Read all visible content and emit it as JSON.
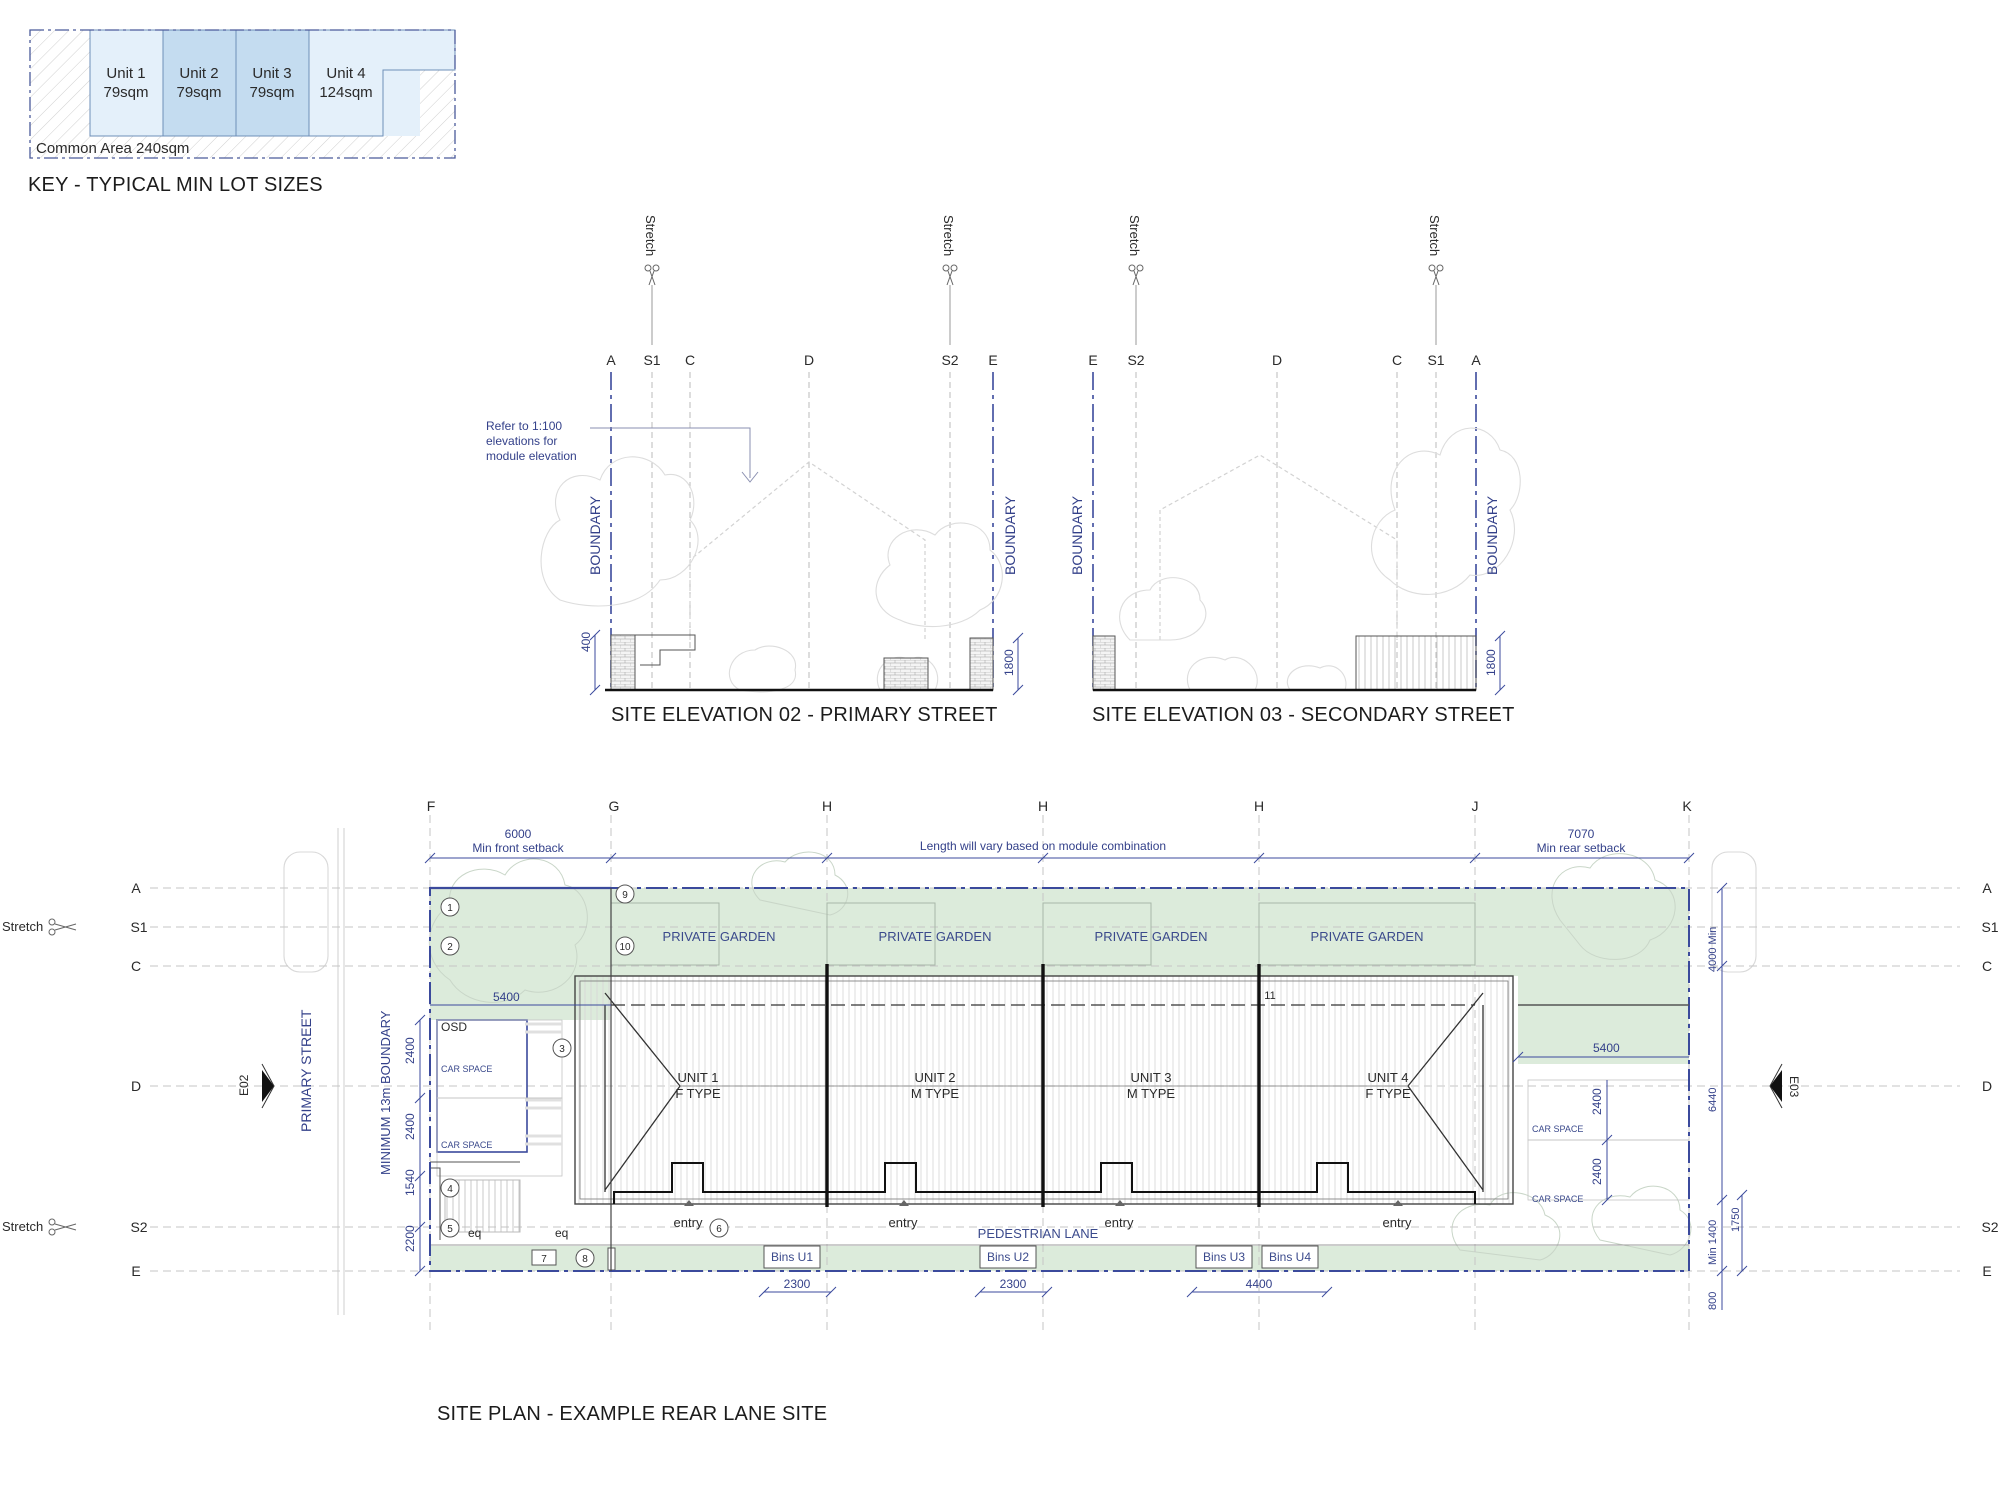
{
  "key": {
    "title": "KEY - TYPICAL MIN LOT SIZES",
    "common_area": "Common Area 240sqm",
    "units": [
      {
        "name": "Unit 1",
        "area": "79sqm"
      },
      {
        "name": "Unit 2",
        "area": "79sqm"
      },
      {
        "name": "Unit 3",
        "area": "79sqm"
      },
      {
        "name": "Unit 4",
        "area": "124sqm"
      }
    ]
  },
  "stretch_label": "Stretch",
  "elevation02": {
    "title": "SITE ELEVATION 02 - PRIMARY STREET",
    "grid": [
      "A",
      "S1",
      "C",
      "D",
      "S2",
      "E"
    ],
    "boundary": "BOUNDARY",
    "note": [
      "Refer to 1:100",
      "elevations for",
      "module elevation"
    ],
    "dim_left": "400",
    "dim_right": "1800"
  },
  "elevation03": {
    "title": "SITE ELEVATION 03 - SECONDARY STREET",
    "grid": [
      "E",
      "S2",
      "D",
      "C",
      "S1",
      "A"
    ],
    "boundary": "BOUNDARY",
    "dim_right": "1800"
  },
  "plan": {
    "title": "SITE PLAN - EXAMPLE REAR LANE SITE",
    "top_grid": [
      "F",
      "G",
      "H",
      "H",
      "H",
      "J",
      "K"
    ],
    "side_grid": [
      "A",
      "S1",
      "C",
      "D",
      "S2",
      "E"
    ],
    "front_setback": {
      "dim": "6000",
      "label": "Min front setback"
    },
    "rear_setback": {
      "dim": "7070",
      "label": "Min rear setback"
    },
    "length_note": "Length will vary based on module combination",
    "private_garden": "PRIVATE GARDEN",
    "units": [
      {
        "name": "UNIT 1",
        "type": "F TYPE"
      },
      {
        "name": "UNIT 2",
        "type": "M TYPE"
      },
      {
        "name": "UNIT 3",
        "type": "M TYPE"
      },
      {
        "name": "UNIT 4",
        "type": "F TYPE"
      }
    ],
    "entry": "entry",
    "pedestrian_lane": "PEDESTRIAN LANE",
    "bins": [
      "Bins U1",
      "Bins U2",
      "Bins U3",
      "Bins U4"
    ],
    "bottom_dims": [
      "2300",
      "2300",
      "4400"
    ],
    "osd": "OSD",
    "car_space": "CAR SPACE",
    "eq": "eq",
    "primary_street": "PRIMARY STREET",
    "min_boundary": "MINIMUM 13m BOUNDARY",
    "left_dims": [
      "2400",
      "2400",
      "1540",
      "2200"
    ],
    "dim_5400": "5400",
    "right_dims": [
      "2400",
      "2400"
    ],
    "far_right_dims": [
      "4000 Min",
      "6440",
      "Min 1400",
      "1750",
      "800"
    ],
    "markers": [
      "1",
      "2",
      "3",
      "4",
      "5",
      "6",
      "7",
      "8",
      "9",
      "10",
      "11"
    ],
    "e02": "E02",
    "e03": "E03"
  }
}
